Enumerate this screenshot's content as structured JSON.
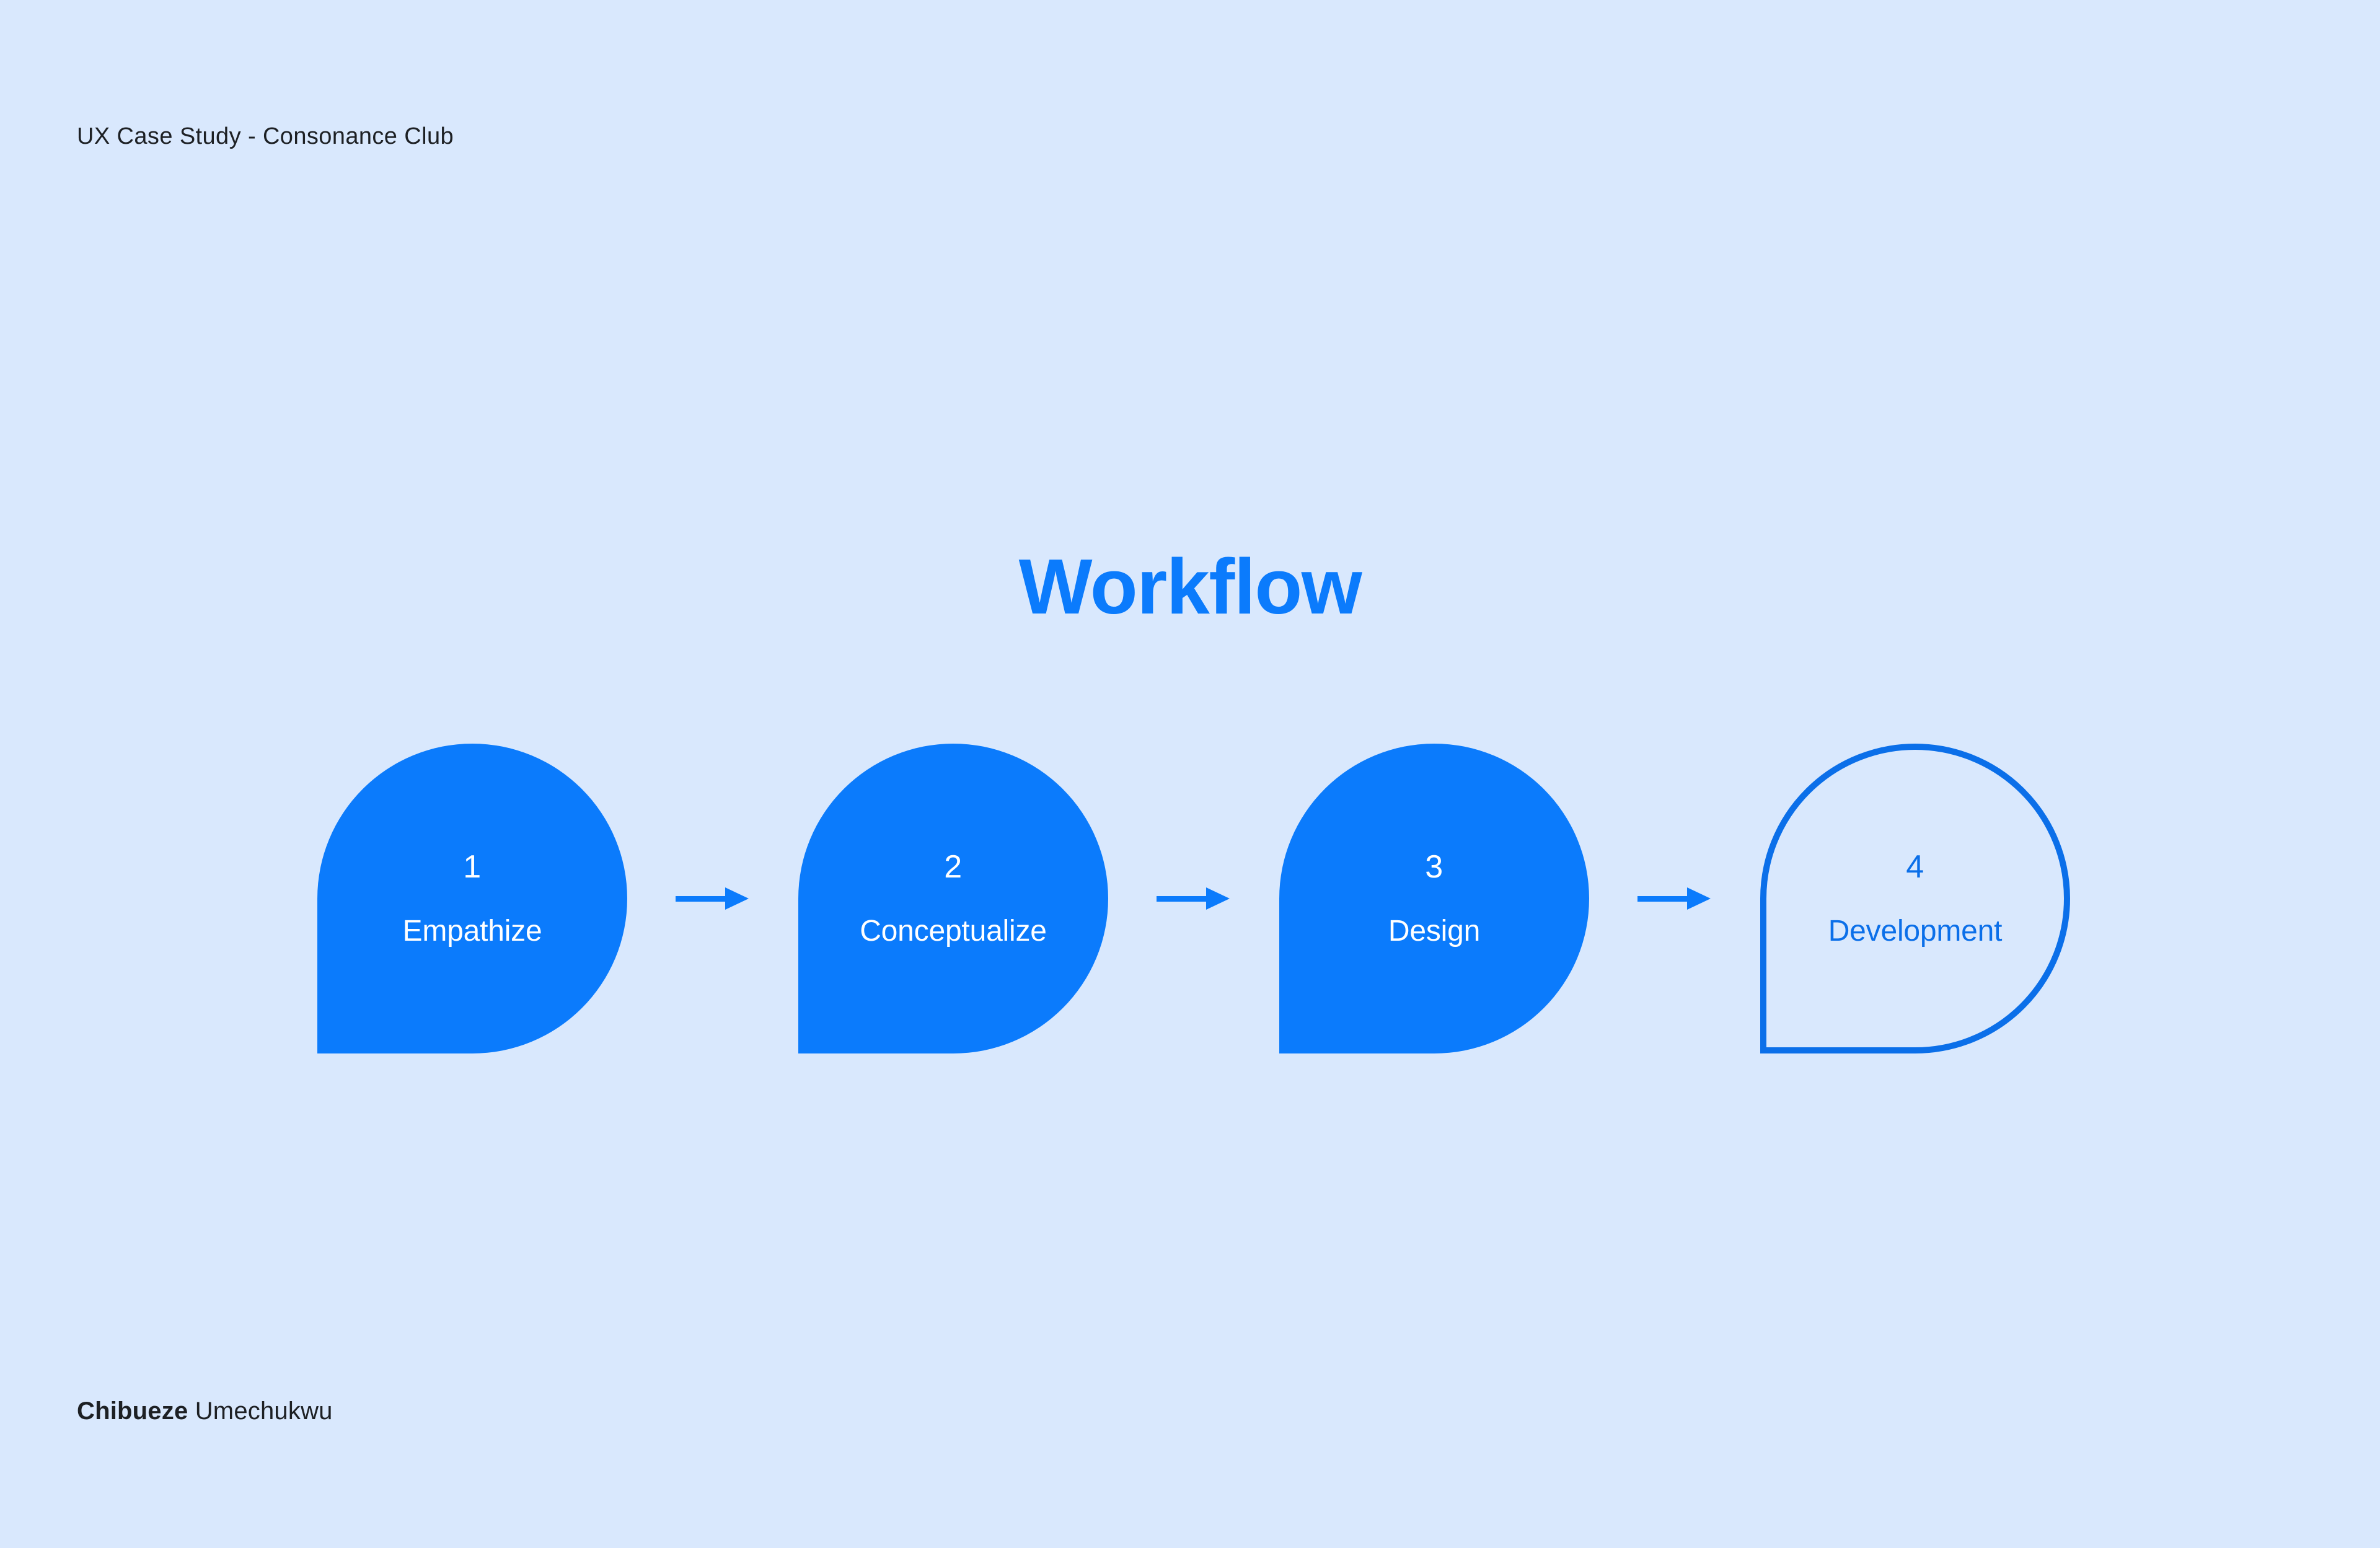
{
  "page": {
    "background_color": "#d9e8fd",
    "header_text": "UX Case Study - Consonance Club",
    "title": "Workflow",
    "title_color": "#0b7bfc"
  },
  "footer": {
    "first_name": "Chibueze",
    "last_name": " Umechukwu"
  },
  "workflow": {
    "accent_fill": "#0b7bfc",
    "accent_outline": "#0b6fe9",
    "arrow_color": "#0b7bfc",
    "steps": [
      {
        "number": "1",
        "label": "Empathize",
        "style": "filled"
      },
      {
        "number": "2",
        "label": "Conceptualize",
        "style": "filled"
      },
      {
        "number": "3",
        "label": "Design",
        "style": "filled"
      },
      {
        "number": "4",
        "label": "Development",
        "style": "outlined"
      }
    ],
    "connectors": [
      {
        "name": "arrow-1-to-2"
      },
      {
        "name": "arrow-2-to-3"
      },
      {
        "name": "arrow-3-to-4"
      }
    ]
  }
}
